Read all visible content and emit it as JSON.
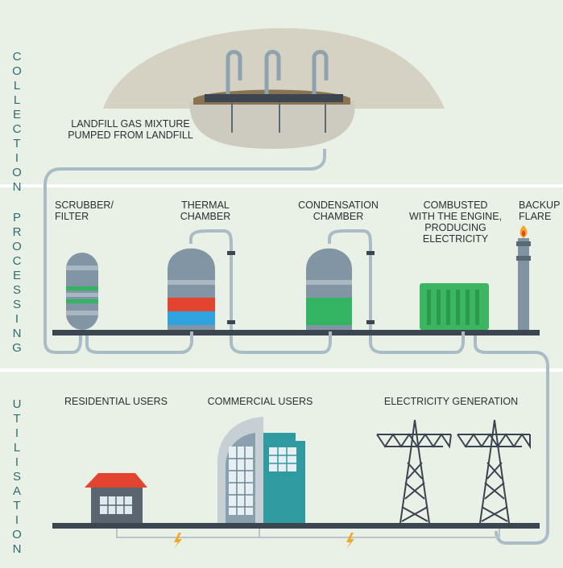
{
  "sections": {
    "collection": "COLLECTION",
    "processing": "PROCESSING",
    "utilisation": "UTILISATION"
  },
  "labels": {
    "landfill_gas": "LANDFILL GAS MIXTURE\nPUMPED FROM LANDFILL",
    "scrubber": "SCRUBBER/\nFILTER",
    "thermal": "THERMAL\nCHAMBER",
    "condensation": "CONDENSATION\nCHAMBER",
    "combusted": "COMBUSTED\nWITH THE ENGINE,\nPRODUCING\nELECTRICITY",
    "flare": "BACKUP\nFLARE",
    "residential": "RESIDENTIAL USERS",
    "commercial": "COMMERCIAL USERS",
    "electricity": "ELECTRICITY GENERATION"
  },
  "colors": {
    "pipe": "#9fb2bc",
    "pipe_dark": "#6f8693",
    "ground": "#3b4650",
    "section_text": "#2f6b73",
    "tank": "#7f93a2",
    "red_band": "#e2442f",
    "blue_band": "#2ea3e0",
    "green_band": "#32b463",
    "engine": "#3cb560",
    "roof": "#e2442f",
    "tower": "#3a4450",
    "flame": "#f4a62a"
  }
}
